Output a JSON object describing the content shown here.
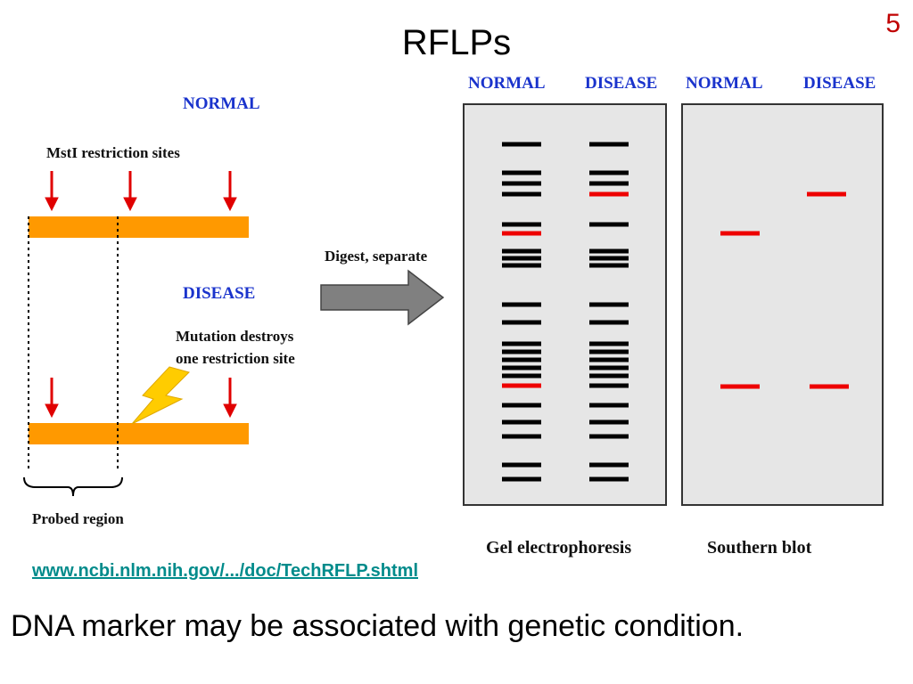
{
  "slide": {
    "title": "RFLPs",
    "number": "5"
  },
  "diagram": {
    "normal_label": "NORMAL",
    "disease_label": "DISEASE",
    "restriction_sites_label": "MstI restriction sites",
    "mutation_text_line1": "Mutation destroys",
    "mutation_text_line2": "one restriction site",
    "probed_region_label": "Probed region",
    "digest_label": "Digest, separate",
    "columns": [
      "NORMAL",
      "DISEASE",
      "NORMAL",
      "DISEASE"
    ],
    "gel_caption": "Gel electrophoresis",
    "blot_caption": "Southern blot",
    "colors": {
      "dna_bar": "#ff9900",
      "arrow": "#e00000",
      "band": "#000000",
      "highlight_band": "#ee0000",
      "lightning": "#ffcc00",
      "label_blue": "#1a33cc",
      "panel_bg": "#e6e6e6"
    }
  },
  "footer": {
    "link_text": "www.ncbi.nlm.nih.gov/.../doc/TechRFLP.shtml",
    "statement": "DNA marker may be associated with genetic condition."
  }
}
